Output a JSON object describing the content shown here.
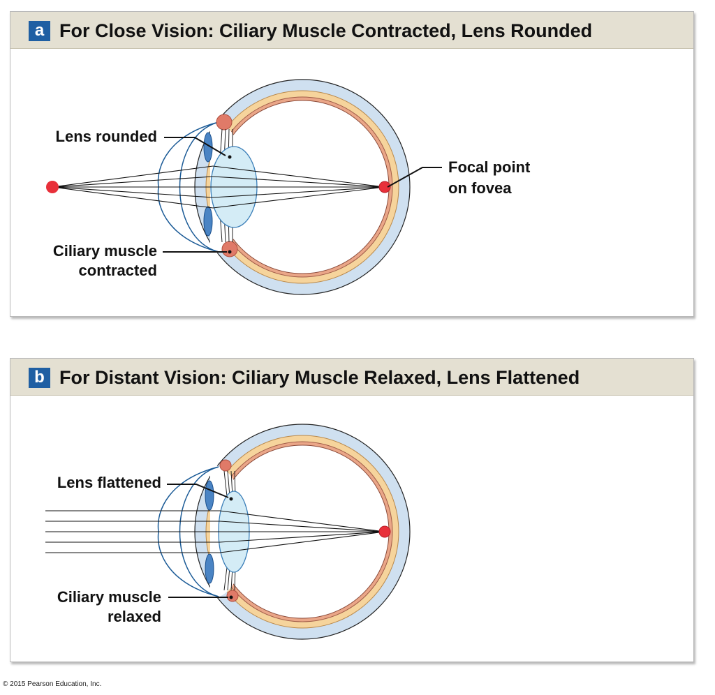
{
  "panels": [
    {
      "badge": "a",
      "title": "For Close Vision: Ciliary Muscle Contracted, Lens Rounded",
      "labels": {
        "lens_line1": "Lens rounded",
        "muscle_line1": "Ciliary muscle",
        "muscle_line2": "contracted",
        "focal_line1": "Focal point",
        "focal_line2": "on fovea"
      }
    },
    {
      "badge": "b",
      "title": "For Distant Vision: Ciliary Muscle Relaxed, Lens Flattened",
      "labels": {
        "lens_line1": "Lens flattened",
        "muscle_line1": "Ciliary muscle",
        "muscle_line2": "relaxed"
      }
    }
  ],
  "footer": "© 2015 Pearson Education, Inc.",
  "colors": {
    "badge": "#1f5fa3",
    "header": "#e4e0d2",
    "sclera": "#cfe0f0",
    "choroid": "#f6d49c",
    "retina": "#eaa688",
    "lens": "#d4ecf6",
    "iris": "#4a84c4",
    "ciliary": "#e07a68",
    "focal_point": "#e8303a"
  }
}
